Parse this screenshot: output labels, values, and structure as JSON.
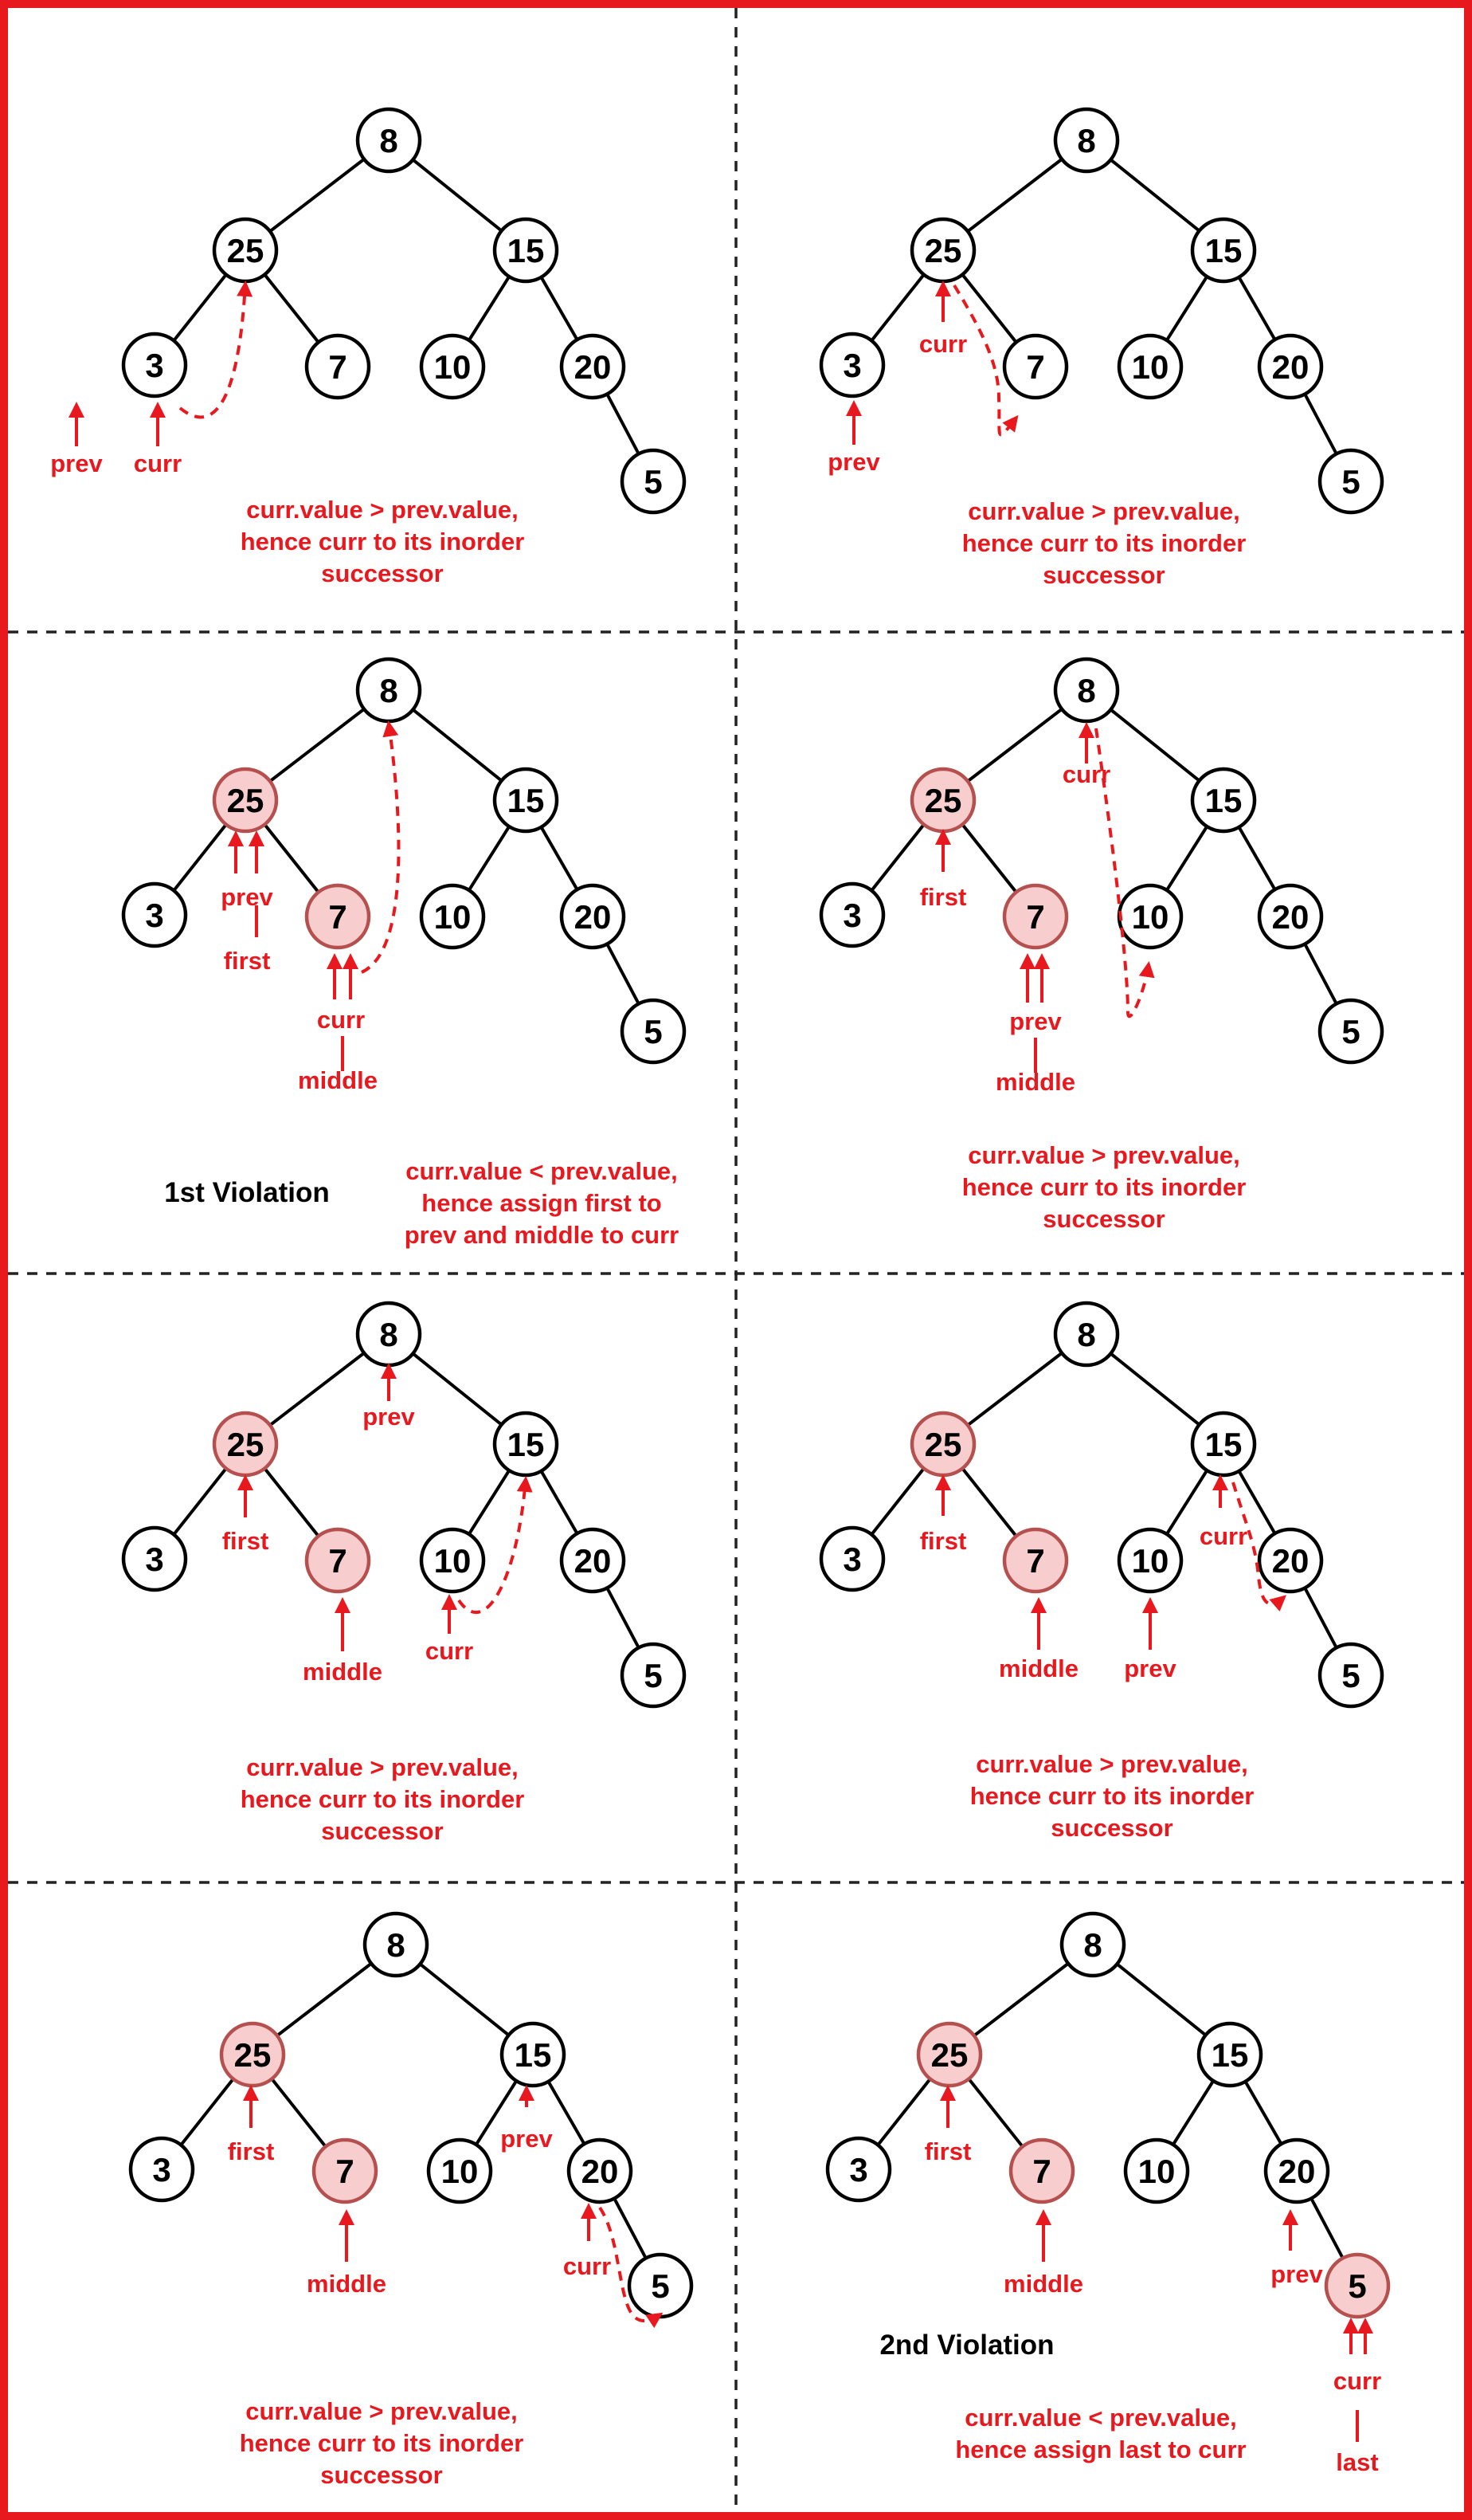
{
  "tree": {
    "nodes": [
      {
        "id": "n8",
        "value": "8"
      },
      {
        "id": "n25",
        "value": "25"
      },
      {
        "id": "n15",
        "value": "15"
      },
      {
        "id": "n3",
        "value": "3"
      },
      {
        "id": "n7",
        "value": "7"
      },
      {
        "id": "n10",
        "value": "10"
      },
      {
        "id": "n20",
        "value": "20"
      },
      {
        "id": "n5",
        "value": "5"
      }
    ],
    "edges": [
      [
        "n8",
        "n25"
      ],
      [
        "n8",
        "n15"
      ],
      [
        "n25",
        "n3"
      ],
      [
        "n25",
        "n7"
      ],
      [
        "n15",
        "n10"
      ],
      [
        "n15",
        "n20"
      ],
      [
        "n20",
        "n5"
      ]
    ]
  },
  "panels": [
    {
      "highlighted": [],
      "pointers": [
        {
          "label": "prev",
          "target": "n3",
          "anchor": "left-of-n3"
        },
        {
          "label": "curr",
          "target": "n3"
        }
      ],
      "caption": [
        "curr.value > prev.value,",
        "hence curr to its inorder",
        "successor"
      ],
      "violation": ""
    },
    {
      "highlighted": [],
      "pointers": [
        {
          "label": "prev",
          "target": "n3"
        },
        {
          "label": "curr",
          "target": "n25"
        }
      ],
      "caption": [
        "curr.value > prev.value,",
        "hence curr to its inorder",
        "successor"
      ],
      "violation": ""
    },
    {
      "highlighted": [
        "n25",
        "n7"
      ],
      "pointers": [
        {
          "label": "prev",
          "target": "n25"
        },
        {
          "label": "first",
          "target": "n25"
        },
        {
          "label": "curr",
          "target": "n7"
        },
        {
          "label": "middle",
          "target": "n7"
        }
      ],
      "caption": [
        "curr.value < prev.value,",
        "hence assign first to",
        "prev and middle to curr"
      ],
      "violation": "1st Violation"
    },
    {
      "highlighted": [
        "n25",
        "n7"
      ],
      "pointers": [
        {
          "label": "first",
          "target": "n25"
        },
        {
          "label": "curr",
          "target": "n8"
        },
        {
          "label": "prev",
          "target": "n7"
        },
        {
          "label": "middle",
          "target": "n7"
        }
      ],
      "caption": [
        "curr.value > prev.value,",
        "hence curr to its inorder",
        "successor"
      ],
      "violation": ""
    },
    {
      "highlighted": [
        "n25",
        "n7"
      ],
      "pointers": [
        {
          "label": "first",
          "target": "n25"
        },
        {
          "label": "prev",
          "target": "n8"
        },
        {
          "label": "middle",
          "target": "n7"
        },
        {
          "label": "curr",
          "target": "n10"
        }
      ],
      "caption": [
        "curr.value > prev.value,",
        "hence curr to its inorder",
        "successor"
      ],
      "violation": ""
    },
    {
      "highlighted": [
        "n25",
        "n7"
      ],
      "pointers": [
        {
          "label": "first",
          "target": "n25"
        },
        {
          "label": "middle",
          "target": "n7"
        },
        {
          "label": "prev",
          "target": "n10"
        },
        {
          "label": "curr",
          "target": "n15"
        }
      ],
      "caption": [
        "curr.value > prev.value,",
        "hence curr to its inorder",
        "successor"
      ],
      "violation": ""
    },
    {
      "highlighted": [
        "n25",
        "n7"
      ],
      "pointers": [
        {
          "label": "first",
          "target": "n25"
        },
        {
          "label": "middle",
          "target": "n7"
        },
        {
          "label": "prev",
          "target": "n15"
        },
        {
          "label": "curr",
          "target": "n20"
        }
      ],
      "caption": [
        "curr.value > prev.value,",
        "hence curr to its inorder",
        "successor"
      ],
      "violation": ""
    },
    {
      "highlighted": [
        "n25",
        "n7",
        "n5"
      ],
      "pointers": [
        {
          "label": "first",
          "target": "n25"
        },
        {
          "label": "middle",
          "target": "n7"
        },
        {
          "label": "prev",
          "target": "n20"
        },
        {
          "label": "curr",
          "target": "n5"
        },
        {
          "label": "last",
          "target": "n5"
        }
      ],
      "caption": [
        "curr.value < prev.value,",
        "hence assign last to curr"
      ],
      "violation": "2nd Violation"
    }
  ]
}
